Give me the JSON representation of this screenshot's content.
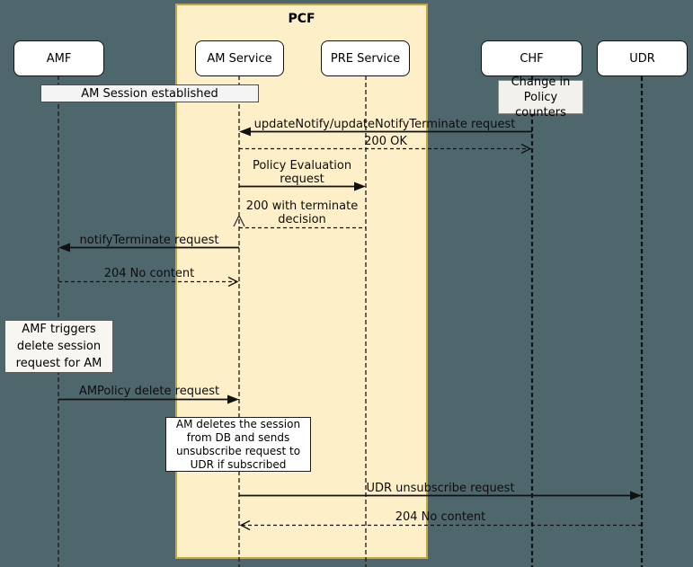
{
  "frame": {
    "title": "PCF"
  },
  "participants": [
    {
      "label": "AMF"
    },
    {
      "label": "AM Service"
    },
    {
      "label": "PRE Service"
    },
    {
      "label": "CHF"
    },
    {
      "label": "UDR"
    }
  ],
  "state_label": "AM Session established",
  "notes": {
    "chf": "Change in Policy counters",
    "amf": "AMF triggers delete session request for AM",
    "am": "AM deletes the session from DB and sends unsubscribe request to UDR if subscribed"
  },
  "messages": [
    {
      "label": "updateNotify/updateNotifyTerminate request",
      "from": "CHF",
      "to": "AM Service",
      "style": "solid"
    },
    {
      "label": "200 OK",
      "from": "AM Service",
      "to": "CHF",
      "style": "dashed"
    },
    {
      "label": "Policy Evaluation request",
      "from": "AM Service",
      "to": "PRE Service",
      "style": "solid"
    },
    {
      "label": "200 with terminate decision",
      "from": "PRE Service",
      "to": "AM Service",
      "style": "dashed"
    },
    {
      "label": "notifyTerminate request",
      "from": "AM Service",
      "to": "AMF",
      "style": "solid"
    },
    {
      "label": "204 No content",
      "from": "AMF",
      "to": "AM Service",
      "style": "dashed"
    },
    {
      "label": "AMPolicy delete request",
      "from": "AMF",
      "to": "AM Service",
      "style": "solid"
    },
    {
      "label": "UDR unsubscribe request",
      "from": "AM Service",
      "to": "UDR",
      "style": "solid"
    },
    {
      "label": "204 No content",
      "from": "UDR",
      "to": "AM Service",
      "style": "dashed"
    }
  ],
  "colors": {
    "background": "#4E676D",
    "frame_fill": "#FDEFC7",
    "frame_border": "#C9A63D",
    "participant_fill": "#FFFFFF",
    "participant_border": "#111111",
    "state_fill": "#F4F4F4",
    "note_fill": "#F2F1EC",
    "line": "#111111"
  }
}
